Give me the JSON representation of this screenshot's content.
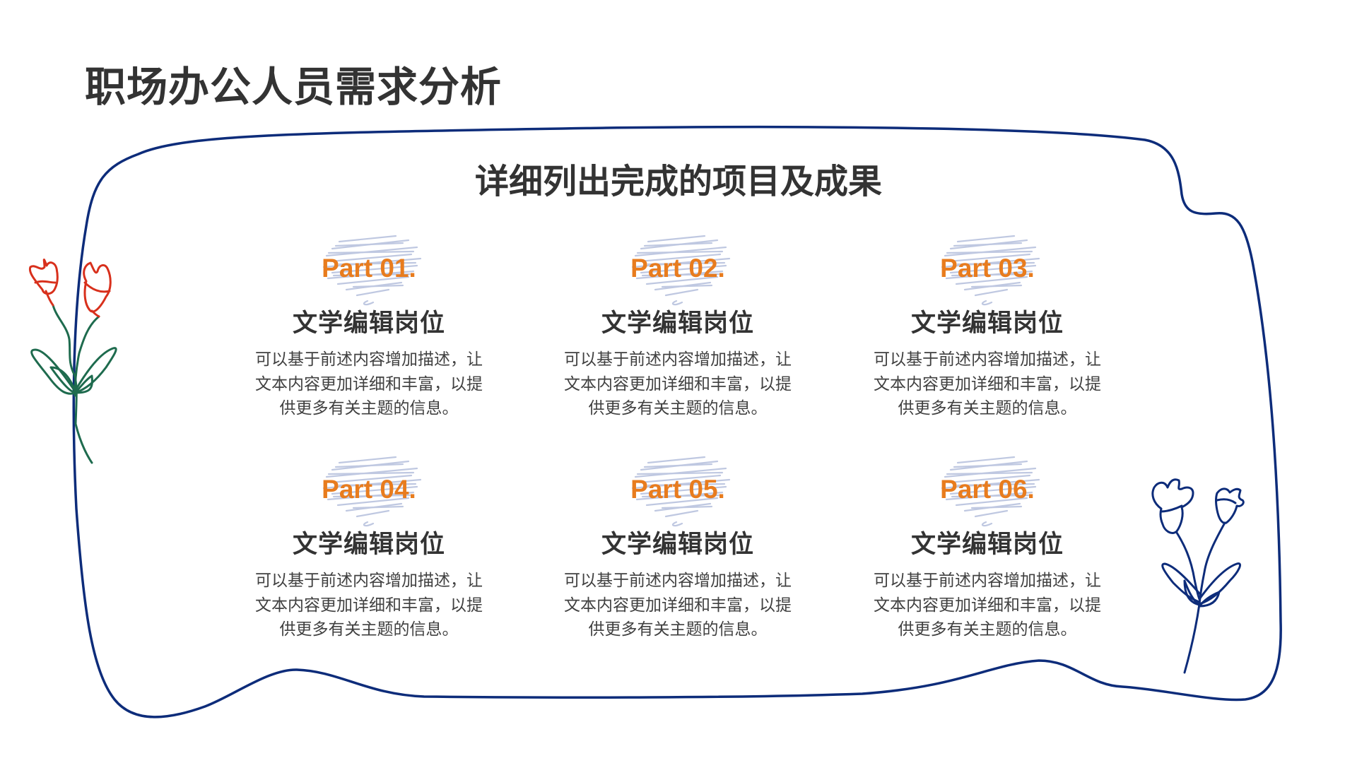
{
  "page": {
    "title": "职场办公人员需求分析",
    "subtitle": "详细列出完成的项目及成果"
  },
  "colors": {
    "accent_orange": "#E87C1E",
    "heading_text": "#333333",
    "body_text": "#404040",
    "border_navy": "#0D2C7A",
    "scribble_blue": "#B9C3DE",
    "flower_red": "#D8301C",
    "leaf_green": "#1E6B4E"
  },
  "cards": [
    {
      "part": "Part 01.",
      "role": "文学编辑岗位",
      "desc": [
        "可以基于前述内容增加描述，让",
        "文本内容更加详细和丰富，以提",
        "供更多有关主题的信息。"
      ]
    },
    {
      "part": "Part 02.",
      "role": "文学编辑岗位",
      "desc": [
        "可以基于前述内容增加描述，让",
        "文本内容更加详细和丰富，以提",
        "供更多有关主题的信息。"
      ]
    },
    {
      "part": "Part 03.",
      "role": "文学编辑岗位",
      "desc": [
        "可以基于前述内容增加描述，让",
        "文本内容更加详细和丰富，以提",
        "供更多有关主题的信息。"
      ]
    },
    {
      "part": "Part 04.",
      "role": "文学编辑岗位",
      "desc": [
        "可以基于前述内容增加描述，让",
        "文本内容更加详细和丰富，以提",
        "供更多有关主题的信息。"
      ]
    },
    {
      "part": "Part 05.",
      "role": "文学编辑岗位",
      "desc": [
        "可以基于前述内容增加描述，让",
        "文本内容更加详细和丰富，以提",
        "供更多有关主题的信息。"
      ]
    },
    {
      "part": "Part 06.",
      "role": "文学编辑岗位",
      "desc": [
        "可以基于前述内容增加描述，让",
        "文本内容更加详细和丰富，以提",
        "供更多有关主题的信息。"
      ]
    }
  ],
  "decorations": {
    "border": "hand-drawn-frame",
    "left_flower": "red-flower-illustration",
    "right_flower": "blue-flower-illustration"
  }
}
